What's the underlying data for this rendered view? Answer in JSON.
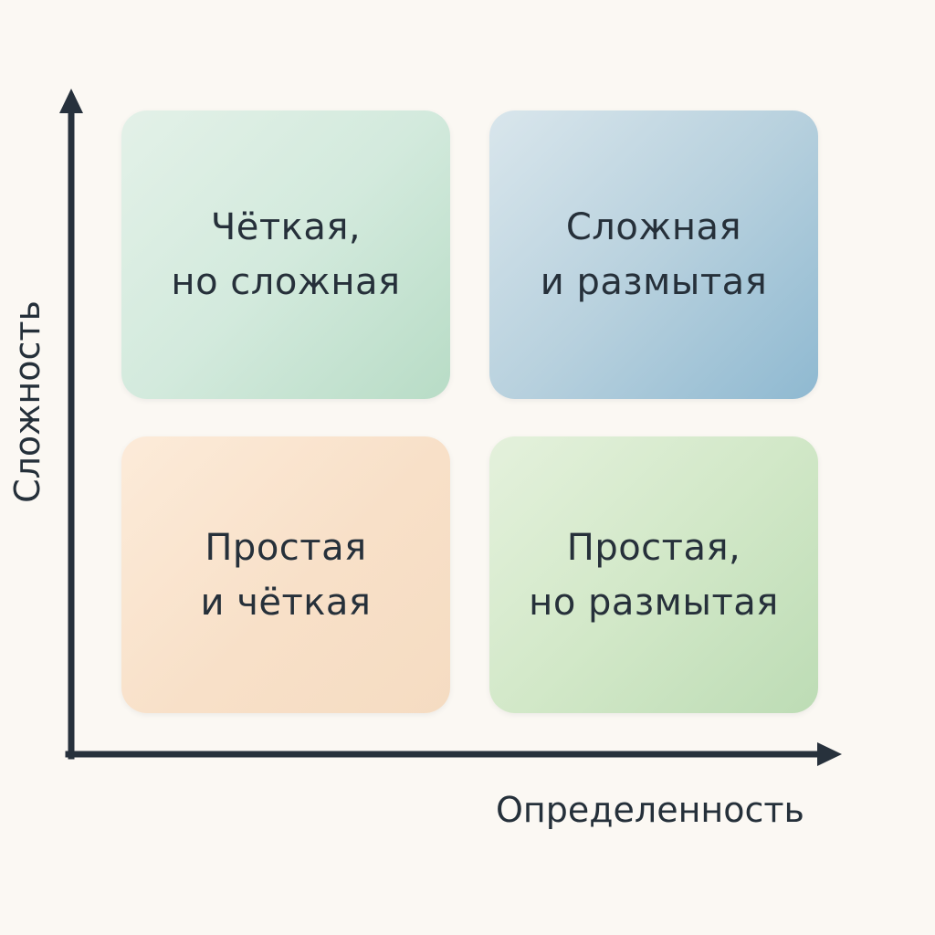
{
  "axes": {
    "x_label": "Определенность",
    "y_label": "Сложность",
    "color": "#27313c"
  },
  "quadrants": {
    "top_left": {
      "line1": "Чёткая,",
      "line2": "но сложная",
      "color": "#cfe7d8"
    },
    "top_right": {
      "line1": "Сложная",
      "line2": "и размытая",
      "color": "#a9c8da"
    },
    "bottom_left": {
      "line1": "Простая",
      "line2": "и чёткая",
      "color": "#f8e1ca"
    },
    "bottom_right": {
      "line1": "Простая,",
      "line2": "но размытая",
      "color": "#cfe5c5"
    }
  }
}
